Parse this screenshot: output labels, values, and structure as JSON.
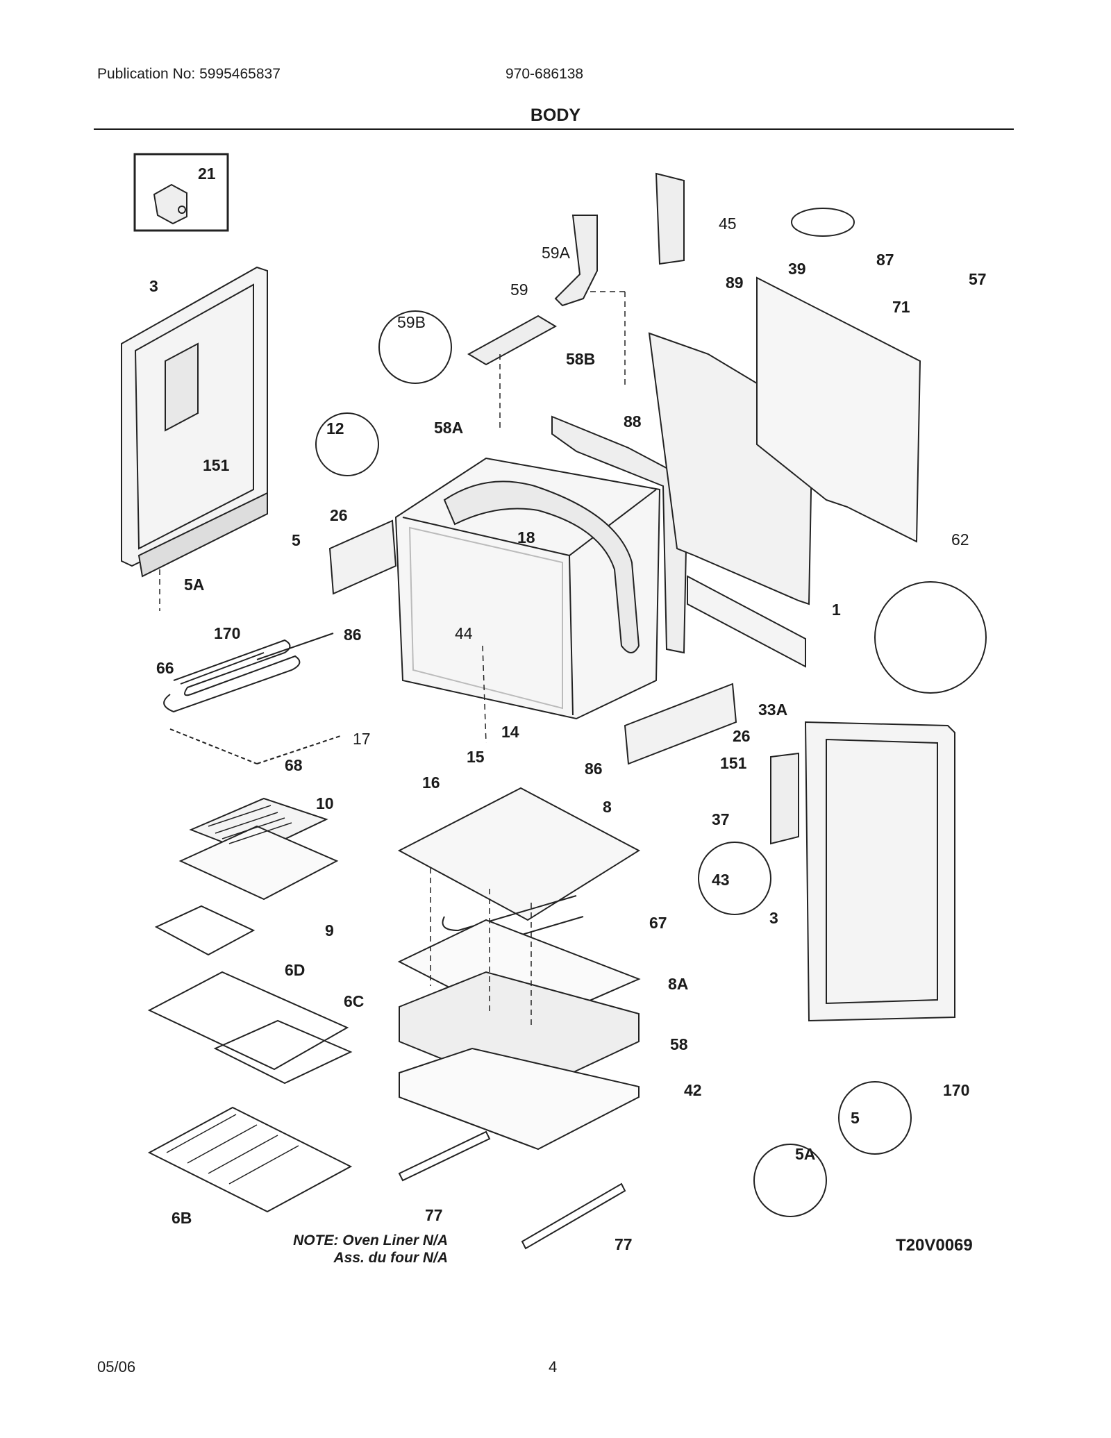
{
  "header": {
    "publication": "Publication No: 5995465837",
    "model": "970-686138"
  },
  "title": "BODY",
  "note": {
    "line1": "NOTE: Oven Liner N/A",
    "line2": "Ass. du four N/A"
  },
  "diagram_code": "T20V0069",
  "footer": {
    "date": "05/06",
    "page": "4"
  },
  "callouts": {
    "c21": "21",
    "c3a": "3",
    "c151a": "151",
    "c5a": "5",
    "c5Aa": "5A",
    "c170a": "170",
    "c66": "66",
    "c68": "68",
    "c12": "12",
    "c26a": "26",
    "c86a": "86",
    "c58A": "58A",
    "c59B": "59B",
    "c59": "59",
    "c59A": "59A",
    "c45": "45",
    "c58B": "58B",
    "c88": "88",
    "c18": "18",
    "c44": "44",
    "c39": "39",
    "c87": "87",
    "c57": "57",
    "c89": "89",
    "c71": "71",
    "c62": "62",
    "c1": "1",
    "c33A": "33A",
    "c26b": "26",
    "c86b": "86",
    "c14": "14",
    "c15": "15",
    "c16": "16",
    "c17": "17",
    "c10": "10",
    "c9": "9",
    "c6D": "6D",
    "c6C": "6C",
    "c6B": "6B",
    "c8": "8",
    "c67": "67",
    "c8A": "8A",
    "c58": "58",
    "c42": "42",
    "c77a": "77",
    "c77b": "77",
    "c151b": "151",
    "c37": "37",
    "c43": "43",
    "c3b": "3",
    "c170b": "170",
    "c5b": "5",
    "c5Ab": "5A"
  }
}
